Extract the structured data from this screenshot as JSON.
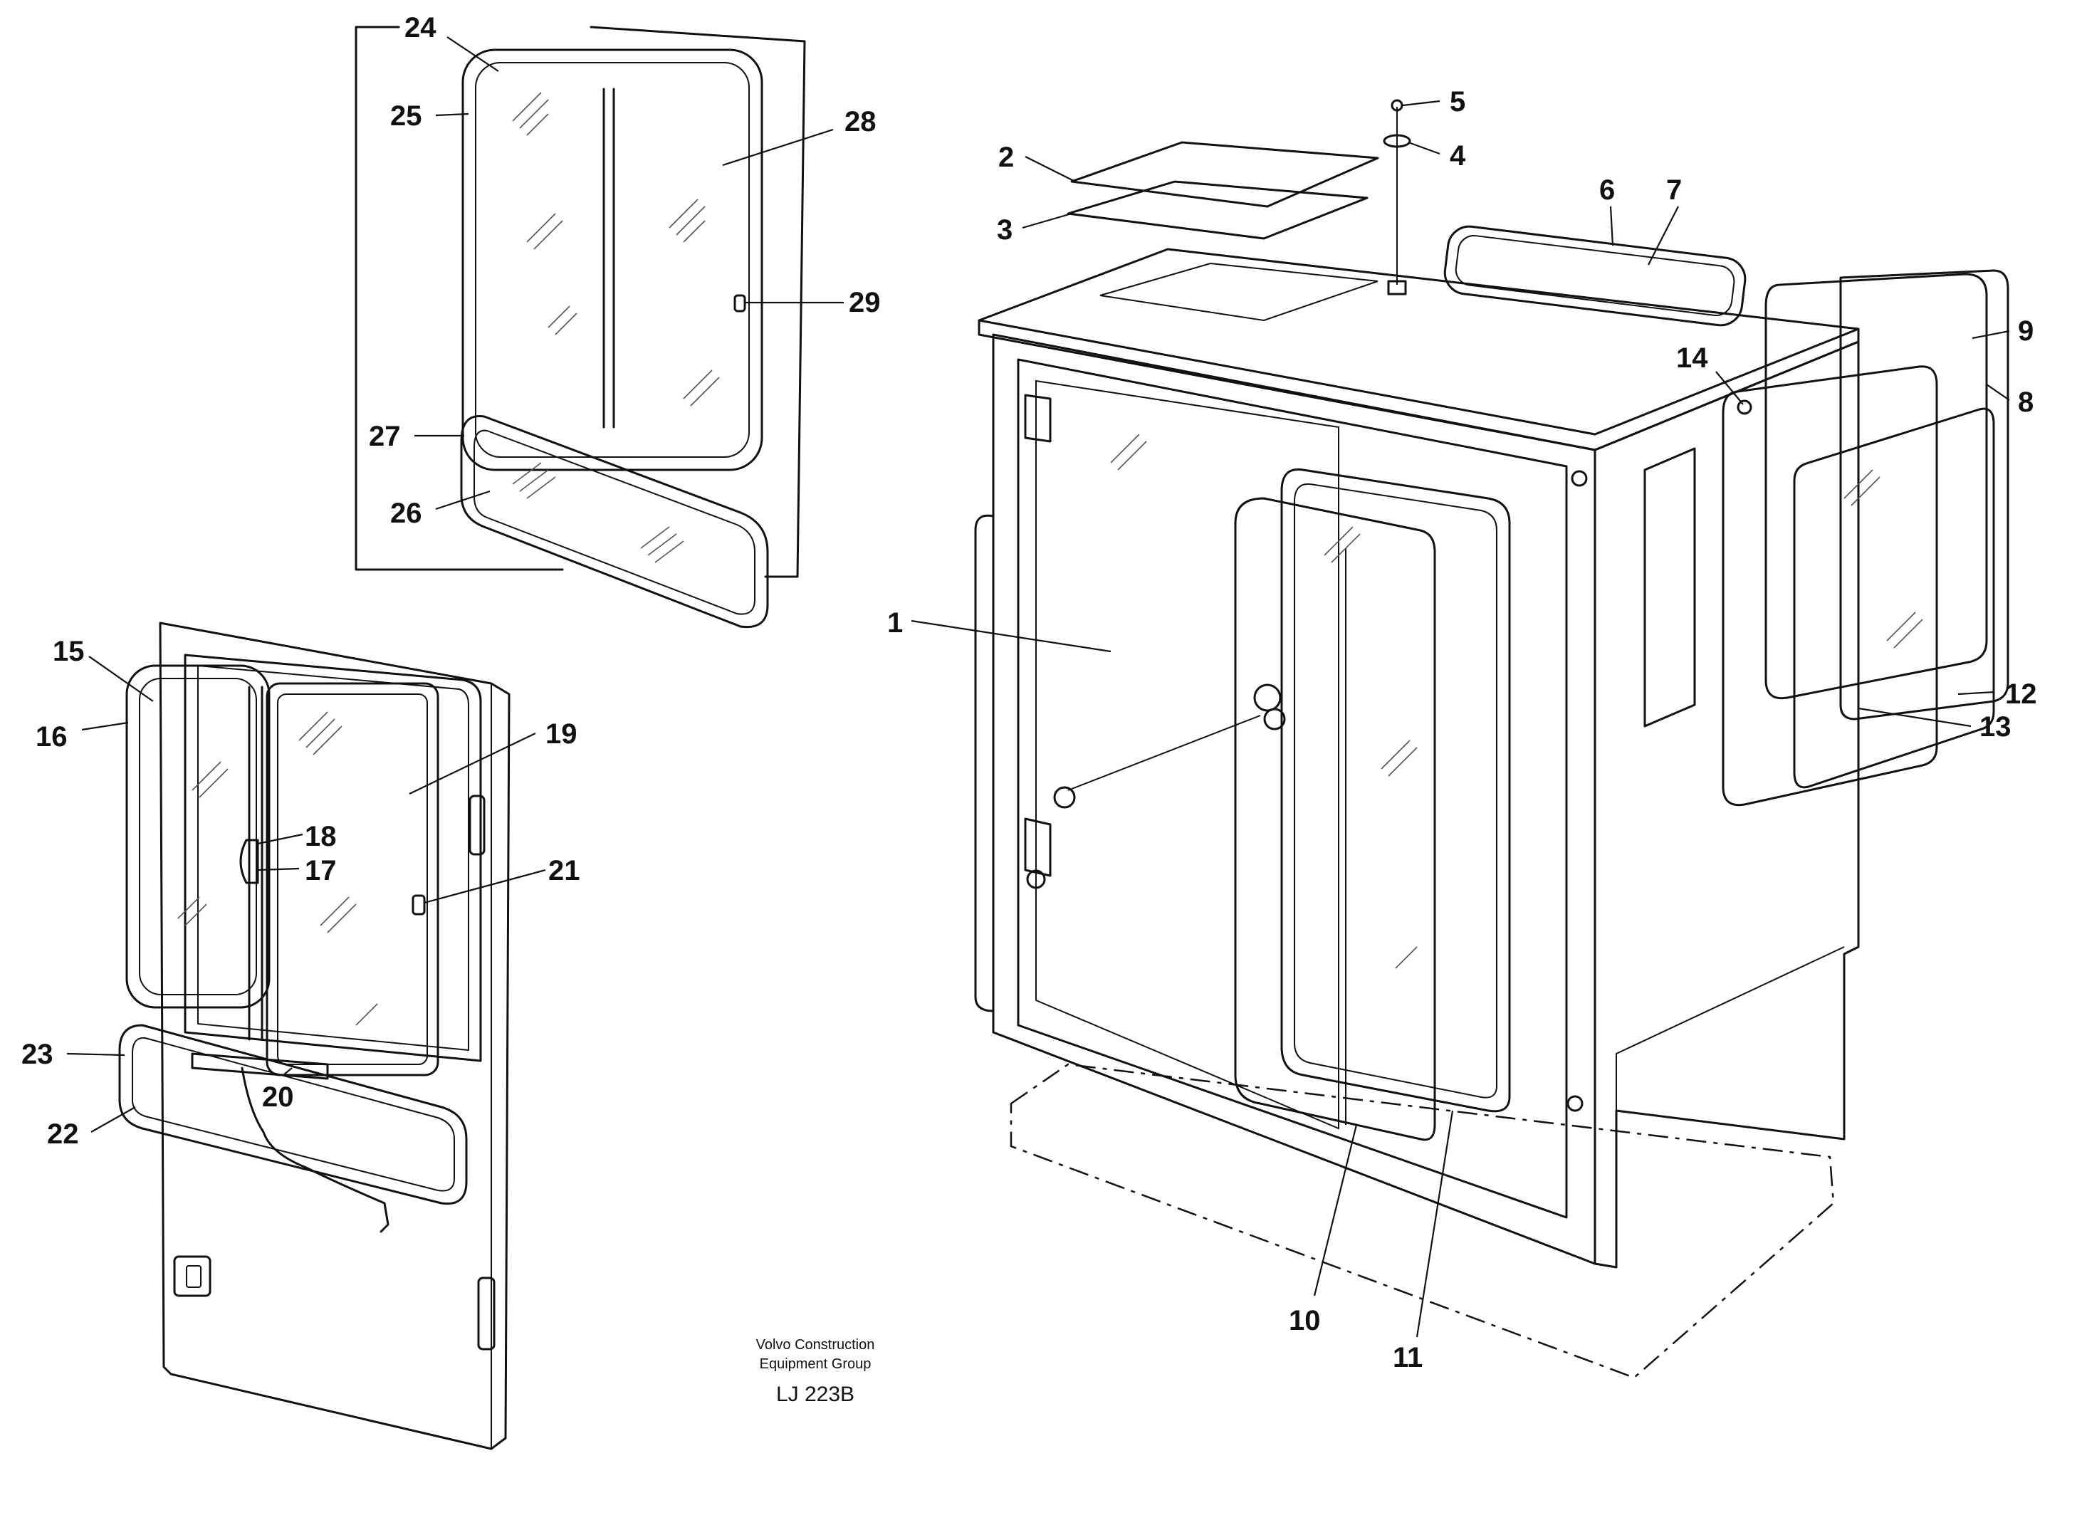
{
  "callouts": [
    "1",
    "2",
    "3",
    "4",
    "5",
    "6",
    "7",
    "8",
    "9",
    "10",
    "11",
    "12",
    "13",
    "14",
    "15",
    "16",
    "17",
    "18",
    "19",
    "20",
    "21",
    "22",
    "23",
    "24",
    "25",
    "26",
    "27",
    "28",
    "29"
  ],
  "caption": {
    "line1": "Volvo Construction",
    "line2": "Equipment Group",
    "code": "LJ 223B"
  }
}
